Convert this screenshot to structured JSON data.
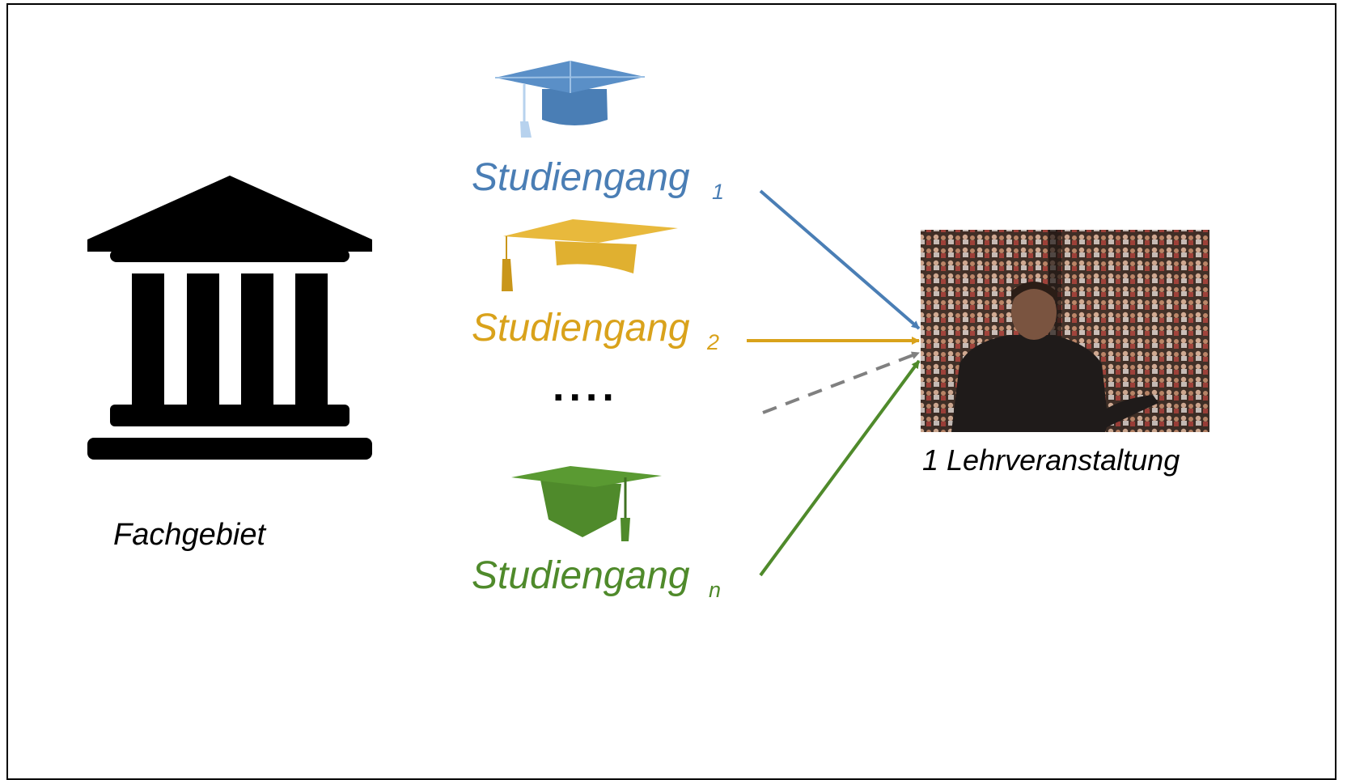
{
  "diagram": {
    "source": {
      "label": "Fachgebiet",
      "icon": "institution-building-icon",
      "color": "#000000"
    },
    "programs": [
      {
        "label": "Studiengang",
        "index": "1",
        "color": "#4a7eb5",
        "icon": "graduation-cap-icon",
        "connector": "solid"
      },
      {
        "label": "Studiengang",
        "index": "2",
        "color": "#d9a21b",
        "icon": "graduation-cap-icon",
        "connector": "solid"
      },
      {
        "label": "Studiengang",
        "index": "n",
        "color": "#4f8a2b",
        "icon": "graduation-cap-icon",
        "connector": "solid"
      }
    ],
    "ellipsis": "....",
    "ellipsis_connector": {
      "color": "#808080",
      "style": "dashed"
    },
    "target": {
      "label": "1 Lehrveranstaltung",
      "icon": "lecture-hall-photo"
    }
  }
}
